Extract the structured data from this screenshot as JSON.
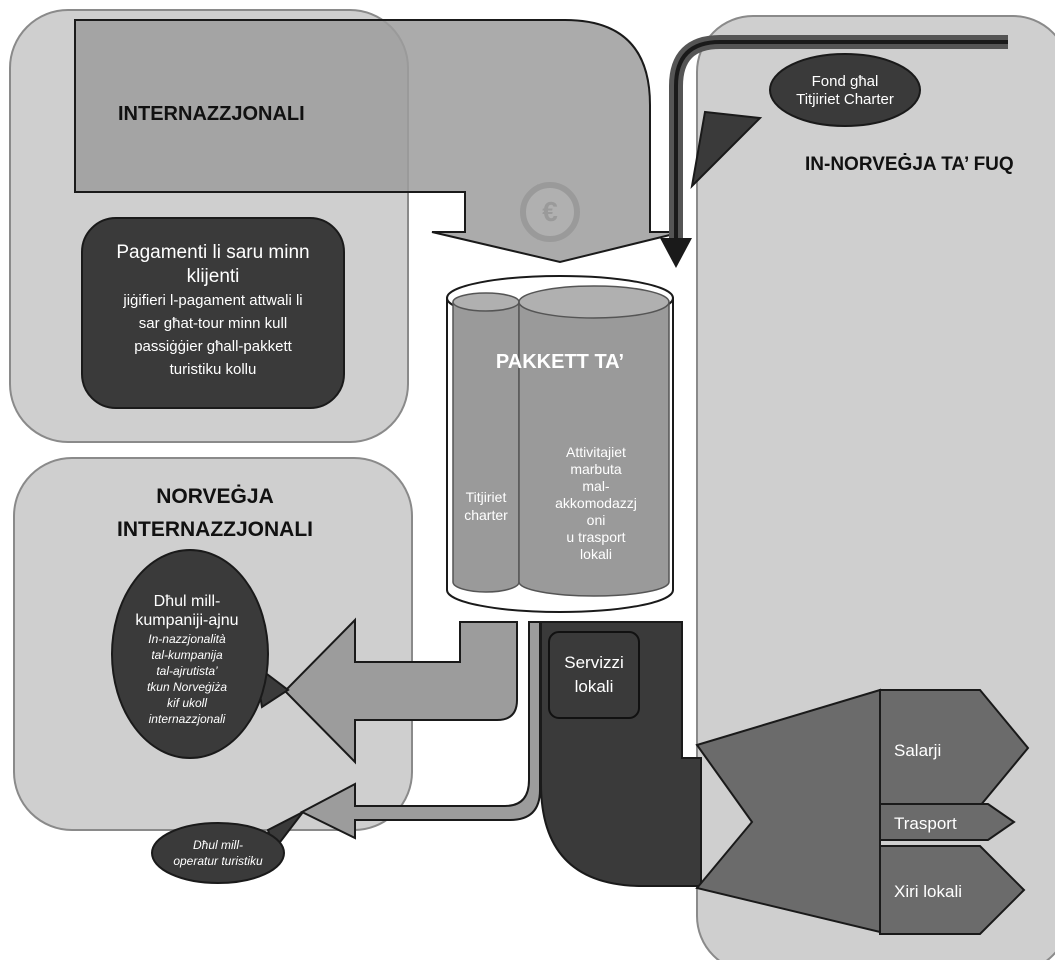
{
  "regions": {
    "international": "INTERNAZZJONALI",
    "norway_international": [
      "NORVEĠJA",
      "INTERNAZZJONALI"
    ],
    "northern_norway": "IN-NORVEĠJA TA’ FUQ"
  },
  "fund_bubble": [
    "Fond għal",
    "Titjiriet Charter"
  ],
  "client_payment": {
    "title": [
      "Pagamenti li saru minn",
      "klijenti"
    ],
    "body": [
      "jiġifieri l-pagament attwali li",
      "sar għat-tour minn kull",
      "passiġġier għall-pakkett",
      "turistiku kollu"
    ]
  },
  "package": {
    "title": "PAKKETT TA’",
    "charter": [
      "Titjiriet",
      "charter"
    ],
    "activities": [
      "Attivitajiet",
      "marbuta",
      "mal-",
      "akkomodazzj",
      "oni",
      "u trasport",
      "lokali"
    ]
  },
  "airline_income": {
    "title": [
      "Dħul mill-",
      "kumpaniji-ajnu"
    ],
    "body": [
      "In-nazzjonalità",
      "tal-kumpanija",
      "tal-ajrutista’",
      "tkun Norveġiża",
      "kif ukoll",
      "internazzjonali"
    ]
  },
  "operator_income": [
    "Dħul mill-",
    "operatur turistiku"
  ],
  "local_services": [
    "Servizzi",
    "lokali"
  ],
  "outputs": {
    "salaries": "Salarji",
    "transport": "Trasport",
    "local_purchases": "Xiri lokali"
  },
  "icons": {
    "coin": "euro-coin-icon"
  },
  "colors": {
    "panel": "#cfcfcf",
    "panel_stroke": "#8a8a8a",
    "arrow_mid": "#9a9a9a",
    "dark_box": "#3a3a3a",
    "output_shape": "#6b6b6b"
  }
}
